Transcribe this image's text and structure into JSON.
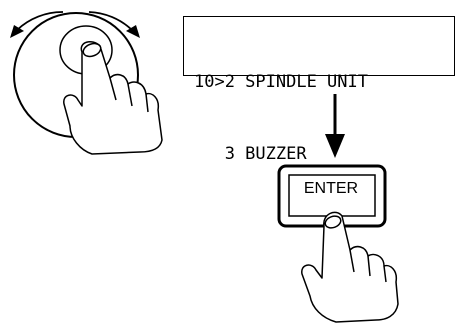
{
  "display": {
    "line1": "10>2 SPINDLE UNIT",
    "line2": "   3 BUZZER"
  },
  "enter_key": {
    "label": "ENTER"
  },
  "icons": {
    "dial": "rotary-dial-icon",
    "rotate_left": "curved-arrow-left-icon",
    "rotate_right": "curved-arrow-right-icon",
    "hand_dial": "pointing-hand-icon",
    "down_arrow": "arrow-down-icon",
    "hand_button": "pointing-hand-icon"
  },
  "colors": {
    "ink": "#000000",
    "background": "#ffffff"
  }
}
